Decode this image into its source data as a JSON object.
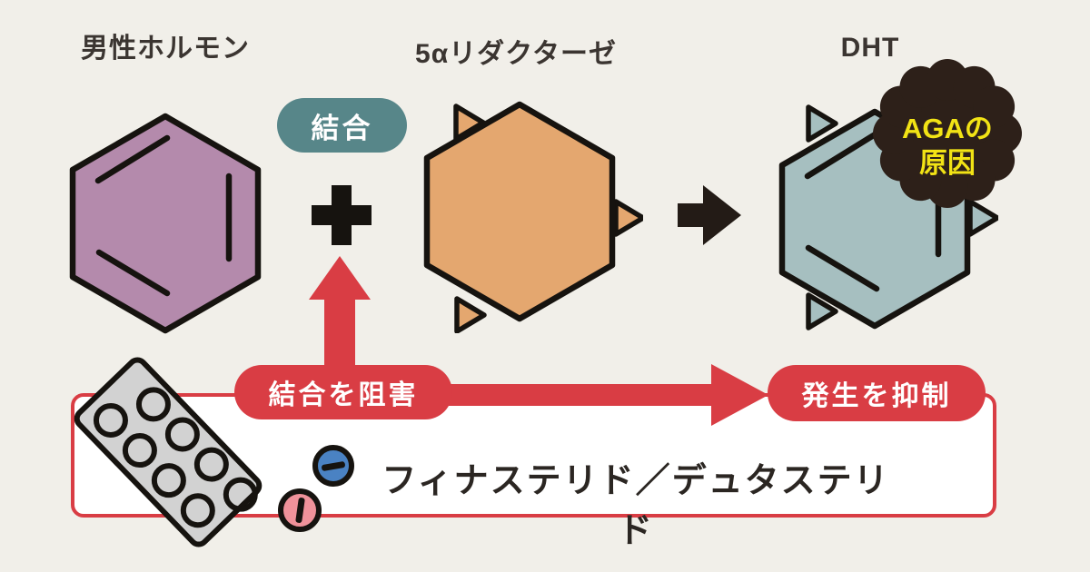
{
  "canvas_bg": "#f1efe9",
  "accent_red": "#d93d44",
  "stroke_dark": "#16130f",
  "labels": {
    "hormone": "男性ホルモン",
    "reductase": "5αリダクターゼ",
    "dht": "DHT"
  },
  "molecules": {
    "hormone_fill": "#b48aac",
    "reductase_fill": "#e4a76f",
    "dht_fill": "#a6bfc0"
  },
  "operators": {
    "plus": "+"
  },
  "badges": {
    "bind": {
      "label": "結合",
      "bg": "#578689"
    },
    "inhibit": {
      "label": "結合を阻害",
      "bg": "#d93d44"
    },
    "suppress": {
      "label": "発生を抑制",
      "bg": "#d93d44"
    },
    "aga": {
      "line1": "AGAの",
      "line2": "原因",
      "bg": "#2d2019",
      "text_color": "#f2e315"
    }
  },
  "drug": {
    "label": "フィナステリド／デュタステリド"
  },
  "icons": {
    "blister_pack": "pill-blister-pack",
    "blue_pill": "round-tablet-blue",
    "pink_pill": "round-tablet-pink"
  }
}
